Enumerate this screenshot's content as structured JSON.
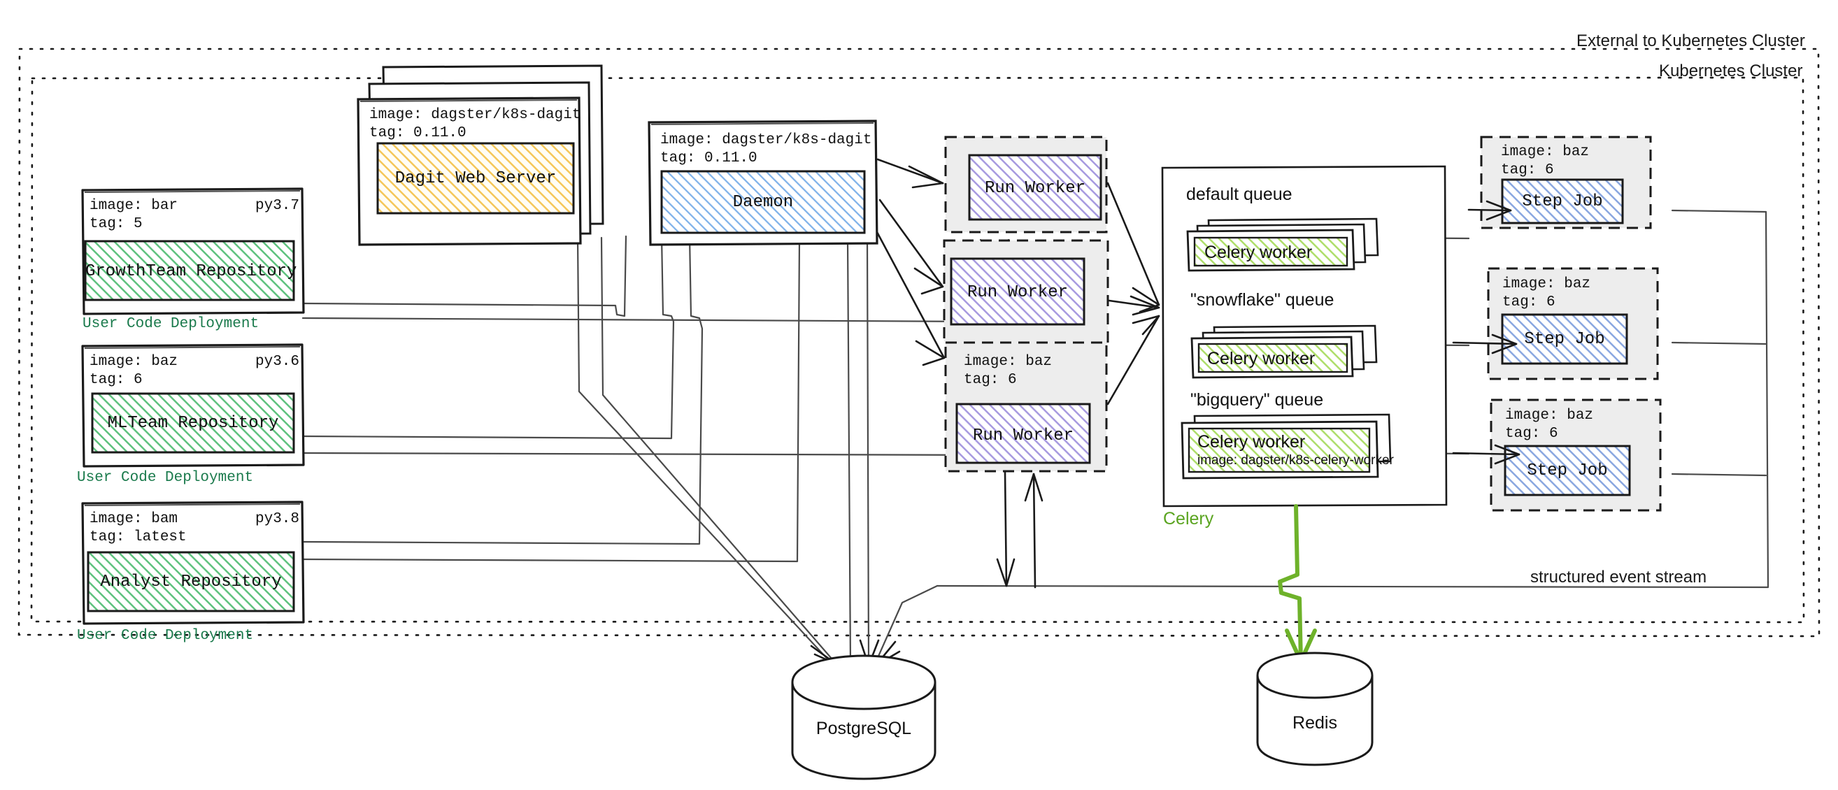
{
  "regions": {
    "external_label": "External to Kubernetes Cluster",
    "k8s_label": "Kubernetes Cluster",
    "event_stream_label": "structured event stream",
    "celery_label": "Celery"
  },
  "user_code_deployments": [
    {
      "image_line": "image: bar",
      "python": "py3.7",
      "tag_line": "tag: 5",
      "title": "GrowthTeam Repository",
      "caption": "User Code Deployment"
    },
    {
      "image_line": "image: baz",
      "python": "py3.6",
      "tag_line": "tag: 6",
      "title": "MLTeam Repository",
      "caption": "User Code Deployment"
    },
    {
      "image_line": "image: bam",
      "python": "py3.8",
      "tag_line": "tag: latest",
      "title": "Analyst Repository",
      "caption": "User Code Deployment"
    }
  ],
  "dagit": {
    "image_line": "image: dagster/k8s-dagit",
    "tag_line": "tag: 0.11.0",
    "title": "Dagit Web Server"
  },
  "daemon": {
    "image_line": "image: dagster/k8s-dagit",
    "tag_line": "tag: 0.11.0",
    "title": "Daemon"
  },
  "run_workers": [
    {
      "title": "Run Worker",
      "image_line": "",
      "tag_line": ""
    },
    {
      "title": "Run Worker",
      "image_line": "",
      "tag_line": ""
    },
    {
      "title": "Run Worker",
      "image_line": "image: baz",
      "tag_line": "tag: 6"
    }
  ],
  "celery_queues": [
    {
      "label": "default queue",
      "worker_title": "Celery worker",
      "worker_sub": "",
      "stack": 3
    },
    {
      "label": "\"snowflake\" queue",
      "worker_title": "Celery worker",
      "worker_sub": "",
      "stack": 3
    },
    {
      "label": "\"bigquery\" queue",
      "worker_title": "Celery worker",
      "worker_sub": "image: dagster/k8s-celery-worker",
      "stack": 2
    }
  ],
  "step_jobs": [
    {
      "image_line": "image: baz",
      "tag_line": "tag: 6",
      "title": "Step Job"
    },
    {
      "image_line": "image: baz",
      "tag_line": "tag: 6",
      "title": "Step Job"
    },
    {
      "image_line": "image: baz",
      "tag_line": "tag: 6",
      "title": "Step Job"
    }
  ],
  "databases": [
    {
      "name": "PostgreSQL"
    },
    {
      "name": "Redis"
    }
  ],
  "colors": {
    "repo_fill": "#b9e6c4",
    "dagit_fill": "#f8d990",
    "daemon_fill": "#a8c9ef",
    "run_worker_fill": "#b8b0e8",
    "celery_worker_fill": "#c3e88d",
    "step_job_fill": "#aabdea",
    "dashed_group_fill": "#ededed",
    "green_text": "#1a7a4c",
    "celery_green": "#5aa420",
    "stroke": "#1a1a1a"
  }
}
